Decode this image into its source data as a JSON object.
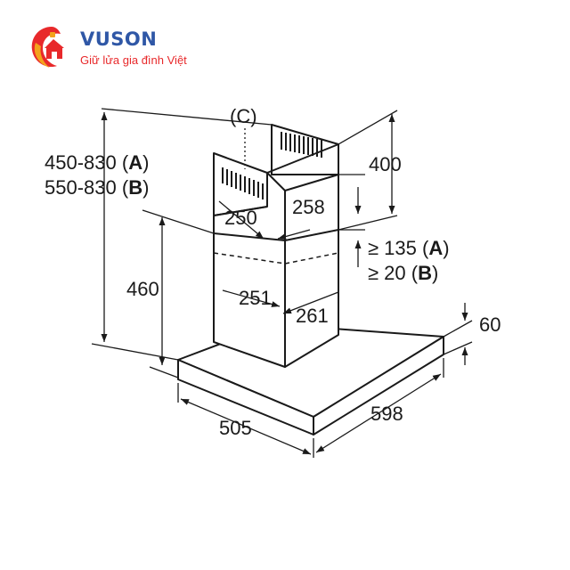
{
  "brand": {
    "name": "VUSON",
    "slogan": "Giữ lửa gia đình Việt",
    "colors": {
      "primary": "#2f57a6",
      "accent": "#e8292b",
      "gold": "#f3a21c"
    }
  },
  "diagram": {
    "label_c": "(C)",
    "height_a": {
      "value": "450-830",
      "tag": "A"
    },
    "height_b": {
      "value": "550-830",
      "tag": "B"
    },
    "top_chimney_height": "400",
    "chimney_width_upper": "250",
    "chimney_depth_upper": "258",
    "gap_a": {
      "value": "≥ 135",
      "tag": "A"
    },
    "gap_b": {
      "value": "≥ 20",
      "tag": "B"
    },
    "lower_chimney_height": "460",
    "chimney_width_lower": "251",
    "chimney_depth_lower": "261",
    "canopy_thickness": "60",
    "hood_depth": "505",
    "hood_width": "598"
  }
}
